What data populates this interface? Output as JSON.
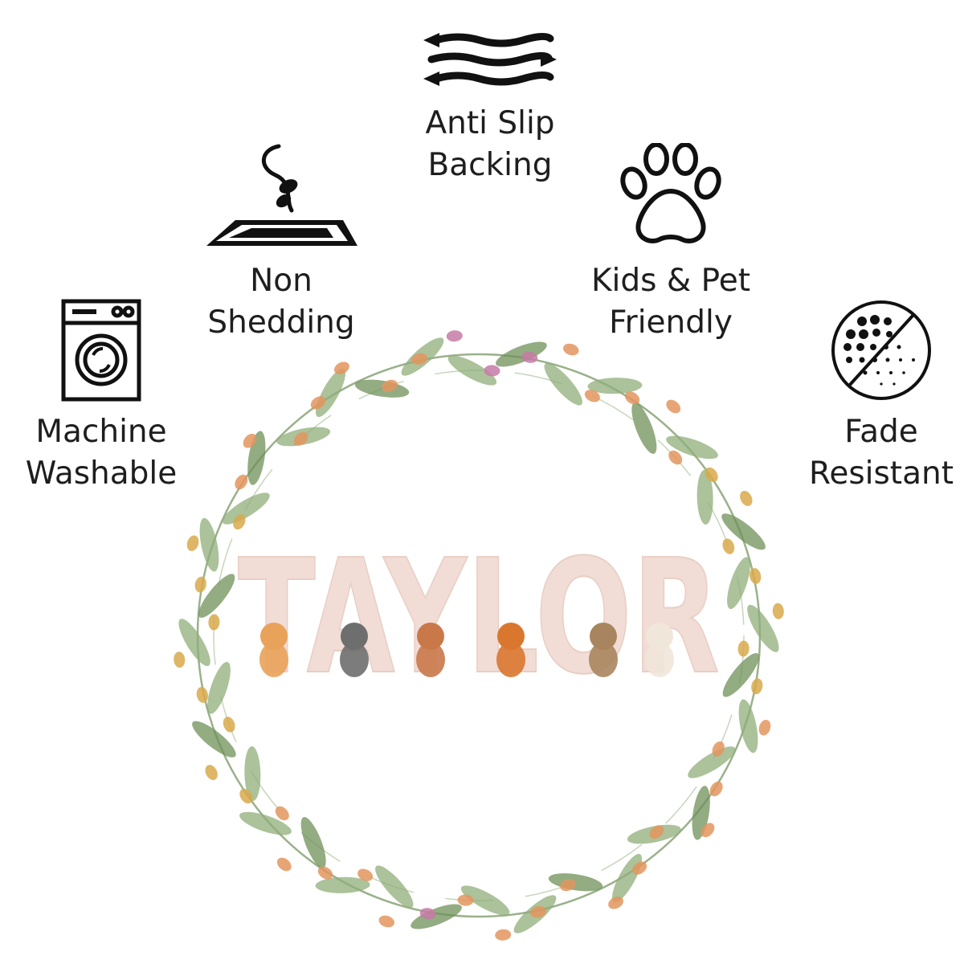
{
  "features": {
    "anti_slip": {
      "line1": "Anti Slip",
      "line2": "Backing",
      "icon": "anti-slip-waves-icon"
    },
    "non_shedding": {
      "line1": "Non",
      "line2": "Shedding",
      "icon": "vacuum-rug-icon"
    },
    "kids_pet": {
      "line1": "Kids & Pet",
      "line2": "Friendly",
      "icon": "paw-icon"
    },
    "machine": {
      "line1": "Machine",
      "line2": "Washable",
      "icon": "washing-machine-icon"
    },
    "fade": {
      "line1": "Fade",
      "line2": "Resistant",
      "icon": "fade-dots-icon"
    }
  },
  "rug": {
    "name": "TAYLOR",
    "colors": {
      "leaf": "#8fae79",
      "leaf_dark": "#6f9058",
      "berry": "#e3955e",
      "bud": "#d8a94a",
      "flower": "#c77aa6",
      "letter_pink": "#f4d4cf",
      "letter_grey": "#d9d9d3",
      "letter_cream": "#efe3c8"
    }
  }
}
